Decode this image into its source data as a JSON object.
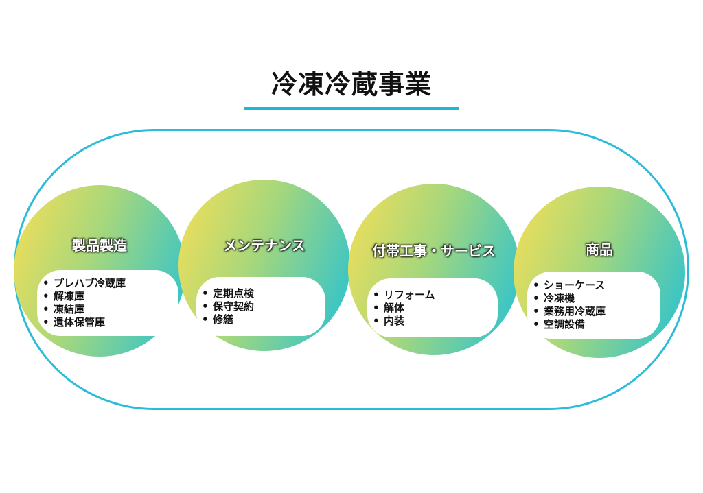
{
  "title": "冷凍冷蔵事業",
  "categories": [
    {
      "name": "製品製造",
      "items": [
        "プレハブ冷蔵庫",
        "解凍庫",
        "凍結庫",
        "遺体保管庫"
      ]
    },
    {
      "name": "メンテナンス",
      "items": [
        "定期点検",
        "保守契約",
        "修繕"
      ]
    },
    {
      "name": "付帯工事・サービス",
      "items": [
        "リフォーム",
        "解体",
        "内装"
      ]
    },
    {
      "name": "商品",
      "items": [
        "ショーケース",
        "冷凍機",
        "業務用冷蔵庫",
        "空調設備"
      ]
    }
  ],
  "colors": {
    "accent": "#1fb6d3",
    "gradient_start": "#f7df55",
    "gradient_mid": "#a5d77d",
    "gradient_end": "#22c1d6"
  }
}
